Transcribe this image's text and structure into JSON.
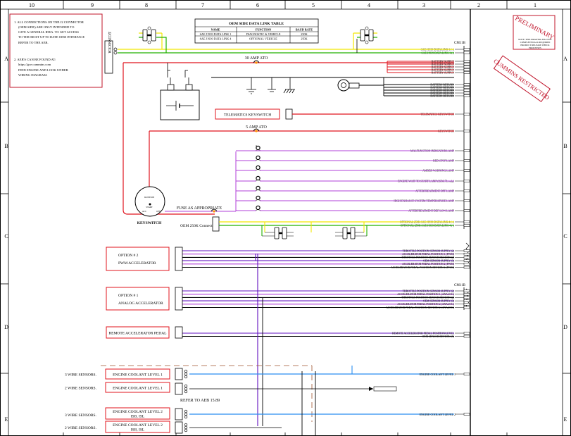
{
  "column_numbers": [
    "10",
    "9",
    "8",
    "7",
    "6",
    "5",
    "4",
    "3",
    "2",
    "1"
  ],
  "row_letters": [
    "A",
    "B",
    "C",
    "D",
    "E"
  ],
  "notes": [
    "1.  ALL CONNECTIONS ON THE J2 CONNECTOR",
    "(OEM SIDE) ARE ONLY INTENDED TO",
    "GIVE A GENERAL IDEA.  TO GET ACCESS",
    "TO THE MOST UP TO DATE OEM INTERFACE",
    "REFER TO THE AEB.",
    "2.  AEB'S CAN BE FOUND AT:",
    "https://gce.cummins.com",
    "FIND ENGINE AND LOOK UNDER",
    "WIRING DIAGRAM."
  ],
  "datalink_table": {
    "title": "OEM SIDE DATA LINK TABLE",
    "headers": [
      "NAME",
      "FUNCTION",
      "BAUD RATE"
    ],
    "rows": [
      [
        "SAE J1939 DATA LINK 1",
        "DIAGNOSTIC & VEHICLE",
        "250K"
      ],
      [
        "SAE J1939 DATA LINK 4",
        "OPTIONAL VEHICLE",
        "250K"
      ]
    ]
  },
  "stamps": {
    "preliminary": "PRELIMINARY",
    "preliminary_note": [
      "NOTE: THIS DRAWING HAS NOT",
      "COMPLETED ALL REQUIRED",
      "PRODUCT RELEASE CHECK",
      "PROCESSES"
    ],
    "restricted": "CUMMINS RESTRICTED"
  },
  "connector_label": "J2 CONNECTOR",
  "cm_labels": [
    "CM11B",
    "CM11B"
  ],
  "fuses": {
    "a30": "30 AMP ATO",
    "a5": "5 AMP ATO",
    "appropriate": "FUSE AS APPROPRIATE"
  },
  "keyswitch": {
    "label": "KEYSWITCH",
    "positions": [
      "IGNITION",
      "START",
      "ACC",
      "OFF"
    ]
  },
  "telematics_box": "TELEMATICS KEYSWITCH",
  "oem_connection": "OEM 250K Connection",
  "signals_top": [
    "SAE J1939 DATA LINK 1 (+)",
    "SAE J1939 DATA LINK 1 (-)",
    "BATTERY SUPPLY",
    "BATTERY SUPPLY",
    "BATTERY SUPPLY",
    "BATTERY SUPPLY",
    "BATTERY SUPPLY",
    "BATTERY RETURN",
    "BATTERY RETURN",
    "BATTERY RETURN",
    "BATTERY RETURN",
    "BATTERY RETURN",
    "TELEMATICS KEYSWITCH",
    "KEYSWITCH"
  ],
  "lamps": [
    "MALFUNCTION INDICATOR LAMP",
    "RED STOP LAMP",
    "AMBER WARNING LAMP",
    "ENGINE WAIT TO START LAMP (ISB6.7L only)",
    "AFTERTREATMENT DPF LAMP",
    "HIGH EXHAUST SYSTEM TEMPERATURE LAMP",
    "AFTERTREATMENT DEF LOW LAMP"
  ],
  "datalink4": [
    "OPTIONAL 250K SAE J1939 DATA LINK 4 (+)",
    "OPTIONAL 250K SAE J1939 DATA LINK 4 (-)"
  ],
  "option2": {
    "title": [
      "OPTION # 2",
      "PWM ACCELERATOR"
    ],
    "signals": [
      "THROTTLE POSITION SENSOR SUPPLY (2)",
      "ACCELERATOR PEDAL POSITION 1 (PWM)",
      "THROTTLE POSITION SENSOR RETURN (2)",
      "OEM SENSOR SUPPLY (3)",
      "ACCELERATOR PEDAL POSITION 2 (PWM)",
      "ACCELERATOR PEDAL POSITION RETURN 2 (PWM)"
    ]
  },
  "option1": {
    "title": [
      "OPTION # 1",
      "ANALOG ACCELERATOR"
    ],
    "signals": [
      "THROTTLE POSITION SENSOR SUPPLY (2)",
      "ACCELERATOR PEDAL POSITION 1 (ANALOG)",
      "THROTTLE POSITION SENSOR RETURN (2)",
      "OEM SENSOR SUPPLY (3)",
      "ACCELERATOR PEDAL POSITION 2 (ANALOG)",
      "ACCELERATOR PEDAL POSITION RETURN 2 (ANALOG)"
    ]
  },
  "remote_pedal": {
    "title": "REMOTE ACCELERATOR PEDAL",
    "signals": [
      "REMOTE ACCELERATOR PEDAL POSITION/LEVEL",
      "OEM SENSOR RETURN (5)"
    ]
  },
  "coolant": {
    "box1": "ENGINE COOLANT LEVEL 1",
    "box2": "ENGINE COOLANT LEVEL 1",
    "box3": [
      "ENGINE COOLANT LEVEL 2",
      "ISB, ISL"
    ],
    "box4": [
      "ENGINE COOLANT LEVEL 2",
      "ISB, ISL"
    ],
    "sensor3": "3 WIRE SENSORS.",
    "sensor2": "2 WIRE SENSORS.",
    "signal1": "ENGINE COOLANT LEVEL 1",
    "signal2": "ENGINE COOLANT LEVEL 2",
    "refer": "REFER TO AEB 15.89"
  },
  "colors": {
    "red": "#e0141e",
    "yellow": "#f2e600",
    "green": "#20b000",
    "purple": "#b040d8",
    "violet": "#6010c0",
    "blue": "#2b8ef0",
    "black": "#000000"
  }
}
